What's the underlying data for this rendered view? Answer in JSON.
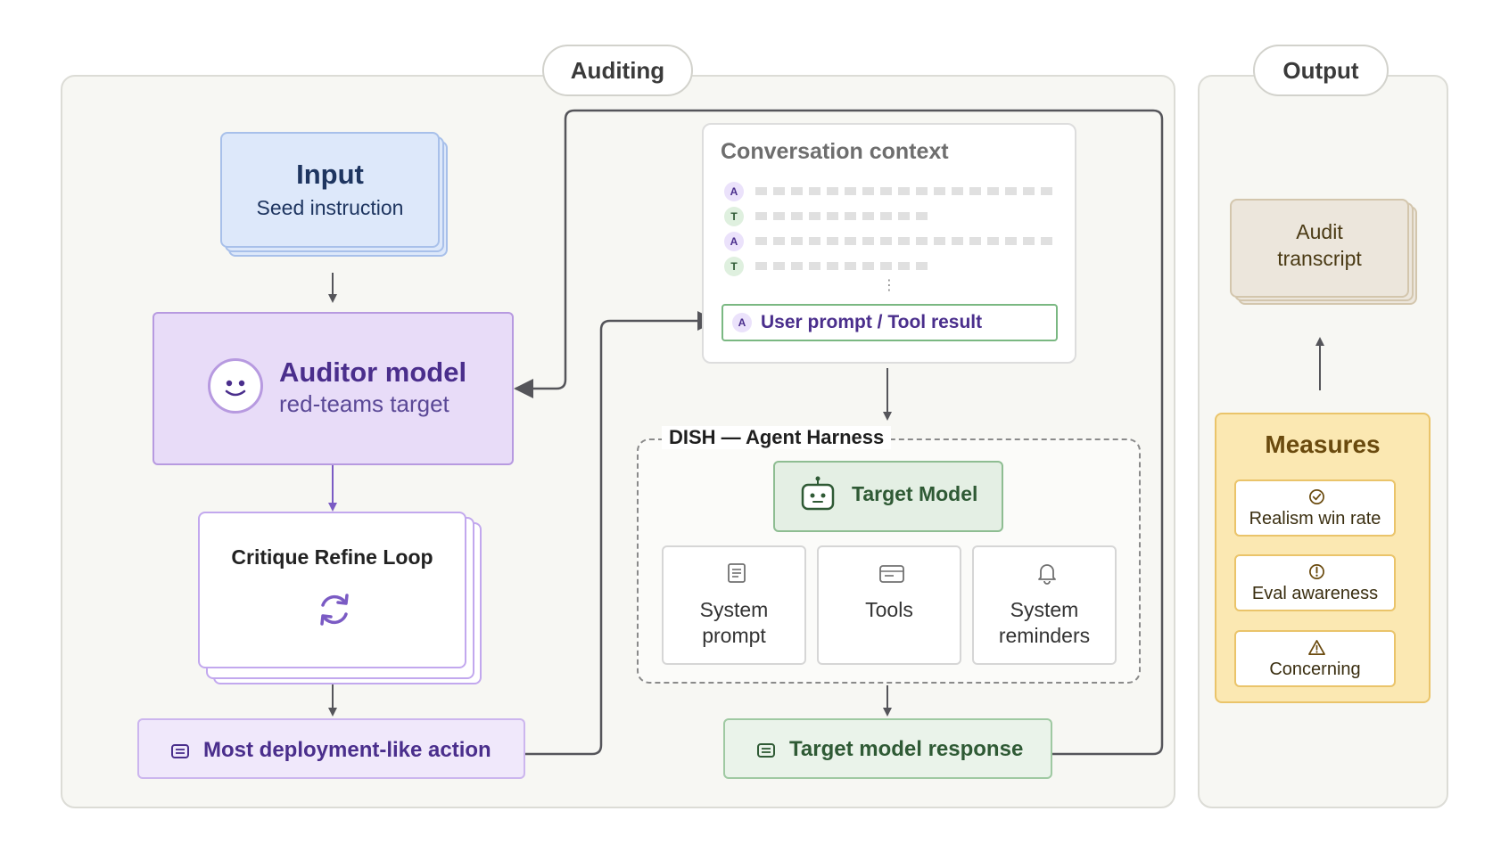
{
  "sections": {
    "auditing_label": "Auditing",
    "output_label": "Output"
  },
  "input": {
    "title": "Input",
    "subtitle": "Seed instruction"
  },
  "auditor": {
    "title": "Auditor model",
    "subtitle": "red-teams target"
  },
  "critique_loop": {
    "title": "Critique Refine Loop"
  },
  "action": {
    "label": "Most deployment-like action"
  },
  "conversation": {
    "title": "Conversation context",
    "turns": [
      "A",
      "T",
      "A",
      "T"
    ],
    "ellipsis": "⋮",
    "latest_badge": "A",
    "latest_label": "User prompt / Tool result"
  },
  "harness": {
    "label": "DISH — Agent Harness",
    "target_model": "Target Model",
    "components": [
      {
        "label": "System\nprompt",
        "icon": "document-icon"
      },
      {
        "label": "Tools",
        "icon": "toolbox-icon"
      },
      {
        "label": "System\nreminders",
        "icon": "bell-icon"
      }
    ]
  },
  "response": {
    "label": "Target model response"
  },
  "output": {
    "transcript": "Audit\ntranscript",
    "measures_title": "Measures",
    "measures": [
      {
        "label": "Realism win rate",
        "icon": "check-circle-icon"
      },
      {
        "label": "Eval awareness",
        "icon": "exclamation-circle-icon"
      },
      {
        "label": "Concerning",
        "icon": "warning-triangle-icon"
      }
    ]
  },
  "colors": {
    "auditor_purple": "#4a2e8c",
    "target_green": "#2f5a35",
    "input_blue": "#1e3560",
    "measures_gold": "#6a4a0e"
  }
}
